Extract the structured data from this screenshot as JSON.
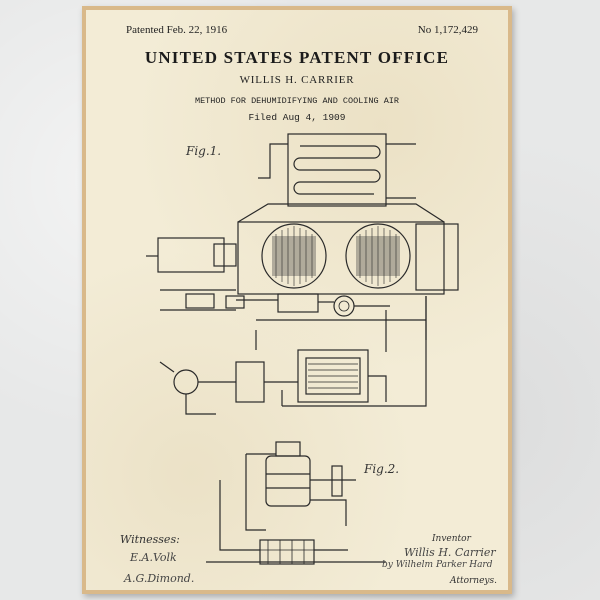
{
  "poster": {
    "patented": "Patented Feb. 22, 1916",
    "patent_number": "No 1,172,429",
    "office": "UNITED STATES PATENT OFFICE",
    "inventor": "WILLIS H. CARRIER",
    "subtitle": "METHOD FOR DEHUMIDIFYING AND COOLING AIR",
    "filed": "Filed Aug 4, 1909",
    "fig1": "Fig.1.",
    "fig2": "Fig.2.",
    "witnesses_label": "Witnesses:",
    "witness1": "E.A.Volk",
    "witness2": "A.G.Dimond.",
    "inventor_label": "Inventor",
    "inventor_signature": "Willis H. Carrier",
    "attorney_signature": "by Wilhelm Parker Hard",
    "attorneys_label": "Attorneys."
  }
}
